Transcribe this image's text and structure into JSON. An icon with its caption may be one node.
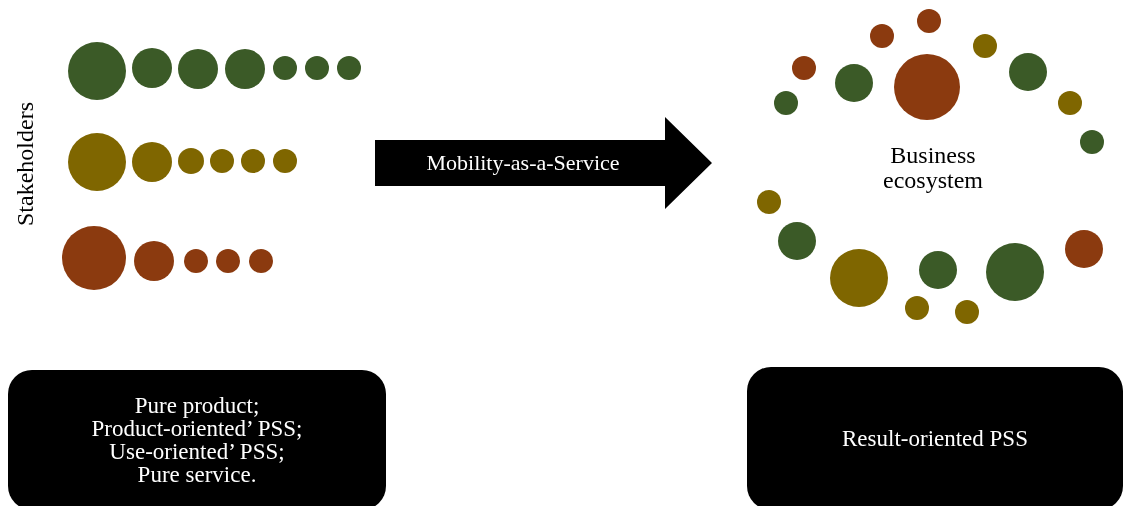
{
  "diagram": {
    "nodes": [
      {
        "text": [
          "Stakeholders"
        ]
      },
      {
        "text": [
          "Business ecosystem"
        ]
      },
      {
        "text": [
          "Pure product;",
          "Product-oriented’ PSS;",
          "Use-oriented’ PSS;",
          "Pure service."
        ]
      },
      {
        "text": [
          "Result-oriented PSS"
        ]
      }
    ],
    "edges": [
      {
        "from": 0,
        "to": 1,
        "arrow": "to",
        "label": "Mobility-as-a-Service",
        "style": "thick"
      }
    ]
  }
}
